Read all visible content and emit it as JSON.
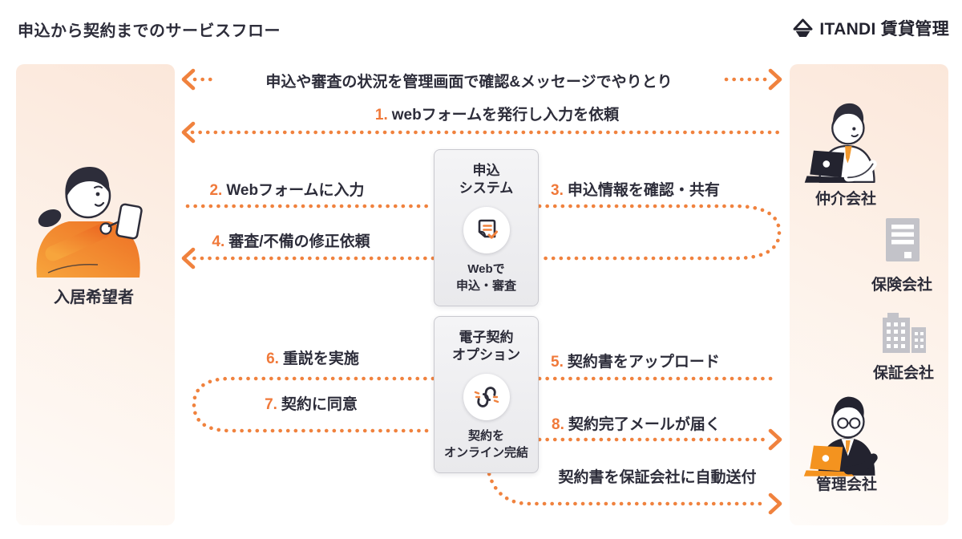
{
  "page": {
    "title": "申込から契約までのサービスフロー"
  },
  "brand": {
    "name": "ITANDI 賃貸管理",
    "logo_icon": "itandi-origami-mark"
  },
  "colors": {
    "accent_orange": "#F0823E",
    "text_dark": "#2D2D3A",
    "panel_peach": "#FBE7DA",
    "box_gray": "#EDEDEF",
    "icon_gray": "#C3C3C9"
  },
  "left_panel": {
    "actor": {
      "label": "入居希望者",
      "icon": "tenant-woman-with-phone"
    }
  },
  "right_panel": {
    "actors": [
      {
        "label": "仲介会社",
        "icon": "broker-at-laptop"
      },
      {
        "label": "保険会社",
        "icon": "insurance-building"
      },
      {
        "label": "保証会社",
        "icon": "guarantee-building"
      },
      {
        "label": "管理会社",
        "icon": "manager-at-laptop"
      }
    ]
  },
  "systems": [
    {
      "title_line1": "申込",
      "title_line2": "システム",
      "icon": "document-check",
      "caption_line1": "Webで",
      "caption_line2": "申込・審査"
    },
    {
      "title_line1": "電子契約",
      "title_line2": "オプション",
      "icon": "chain-link",
      "caption_line1": "契約を",
      "caption_line2": "オンライン完結"
    }
  ],
  "flows": {
    "sync_label": "申込や審査の状況を管理画面で確認&メッセージでやりとり",
    "steps": [
      {
        "num": "1.",
        "text": "webフォームを発行し入力を依頼"
      },
      {
        "num": "2.",
        "text": "Webフォームに入力"
      },
      {
        "num": "3.",
        "text": "申込情報を確認・共有"
      },
      {
        "num": "4.",
        "text": "審査/不備の修正依頼"
      },
      {
        "num": "5.",
        "text": "契約書をアップロード"
      },
      {
        "num": "6.",
        "text": "重説を実施"
      },
      {
        "num": "7.",
        "text": "契約に同意"
      },
      {
        "num": "8.",
        "text": "契約完了メールが届く"
      }
    ],
    "auto_send_label": "契約書を保証会社に自動送付"
  }
}
